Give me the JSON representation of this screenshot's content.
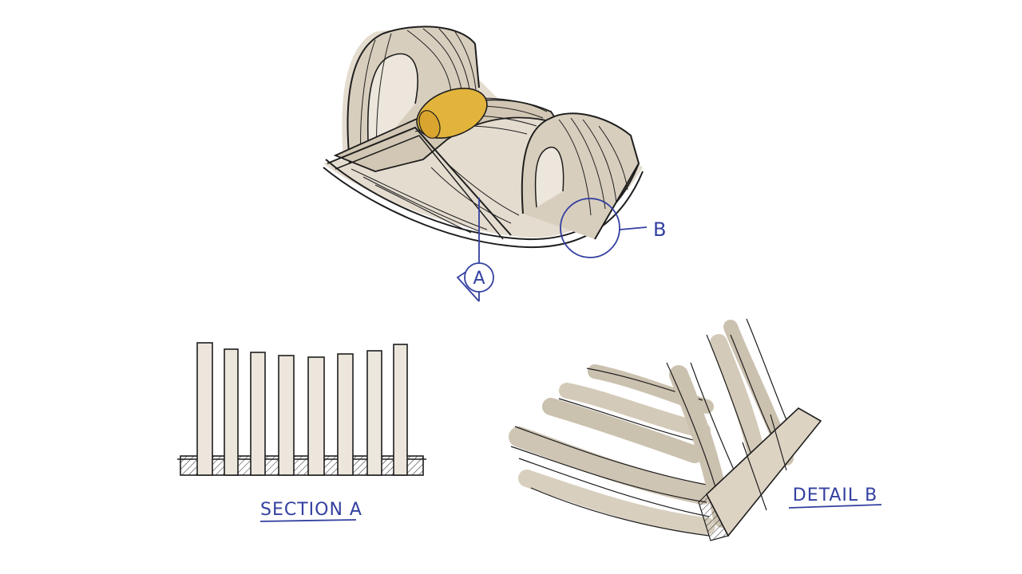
{
  "callouts": {
    "section_marker": "A",
    "detail_marker": "B"
  },
  "captions": {
    "section_title": "SECTION A",
    "detail_title": "DETAIL B"
  },
  "colors": {
    "ink": "#1e1e1e",
    "annotation": "#3340a0",
    "wood_fill": "#ddd3c3",
    "wood_shade": "#c9bfae",
    "slat_fill": "#ece6dc",
    "cushion": "#e3b43c"
  }
}
